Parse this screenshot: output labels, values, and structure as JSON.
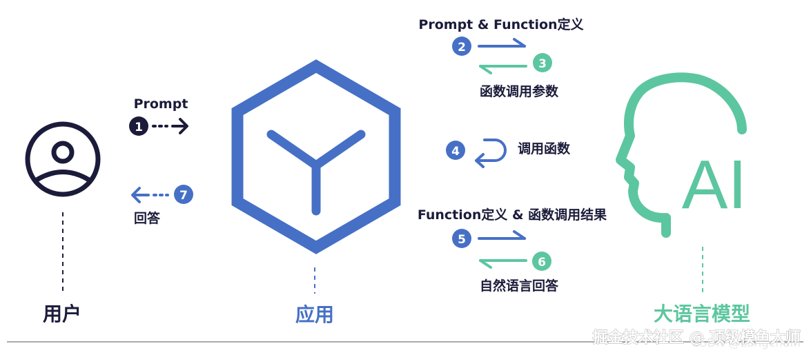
{
  "colors": {
    "dark": "#1b1b3a",
    "blue": "#4670c6",
    "green": "#5cc6a0",
    "line": "#555555"
  },
  "nodes": {
    "user": {
      "label": "用户",
      "icon": "user-avatar-icon"
    },
    "app": {
      "label": "应用",
      "icon": "hexagon-cube-icon"
    },
    "llm": {
      "label": "大语言模型",
      "icon": "ai-head-icon",
      "icon_text": "AI"
    }
  },
  "steps": {
    "s1": {
      "num": "1",
      "label": "Prompt"
    },
    "s2": {
      "num": "2",
      "label": "Prompt & Function定义"
    },
    "s3": {
      "num": "3",
      "label": "函数调用参数"
    },
    "s4": {
      "num": "4",
      "label": "调用函数"
    },
    "s5": {
      "num": "5",
      "label": "Function定义 & 函数调用结果"
    },
    "s6": {
      "num": "6",
      "label": "自然语言回答"
    },
    "s7": {
      "num": "7",
      "label": "回答"
    }
  },
  "watermark": {
    "primary": "掘金技术社区 @ 顶级模鱼大师",
    "secondary": "CSDN @Langchain"
  }
}
